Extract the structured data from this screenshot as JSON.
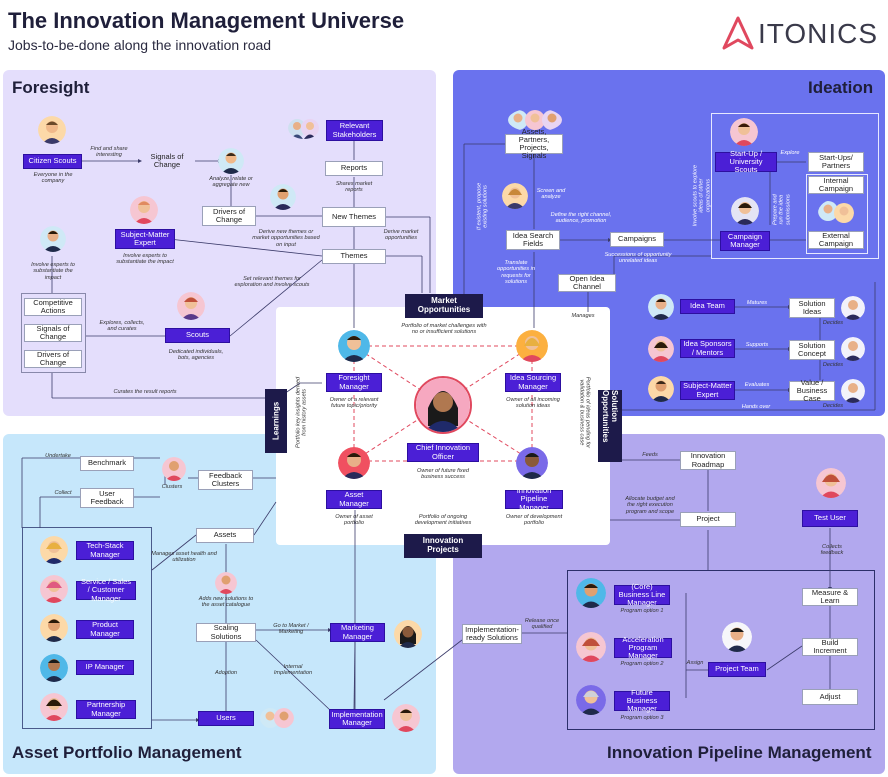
{
  "header": {
    "title": "The Innovation Management Universe",
    "subtitle": "Jobs-to-be-done along the innovation road",
    "logo_text": "ITONICS"
  },
  "colors": {
    "foresight_bg": "#e4defc",
    "ideation_bg": "#6a72ee",
    "portfolio_bg": "#c6e7fb",
    "pipeline_bg": "#b2a8ee",
    "role_box": "#4b1fd6",
    "dark_label": "#1d1a4a",
    "accent_pink": "#e0485e"
  },
  "foresight": {
    "title": "Foresight",
    "citizen_scouts": "Citizen Scouts",
    "citizen_scouts_note": "Everyone in the company",
    "find_share": "Find and share interesting",
    "signals_of_change": "Signals of Change",
    "analyze_note": "Analyze, relate or aggregate new",
    "drivers_of_change": "Drivers of Change",
    "relevant_stakeholders": "Relevant Stakeholders",
    "reports": "Reports",
    "shares_reports": "Shares market reports",
    "new_themes": "New Themes",
    "derive_themes": "Derive new themes or market opportunities based on input",
    "derive_market": "Derive market opportunities",
    "sme": "Subject-Matter Expert",
    "sme_note": "Involve experts to substantiate the impact",
    "involve_experts": "Involve experts to substantiate the impact",
    "themes": "Themes",
    "set_themes": "Set relevant themes for exploration and involve scouts",
    "competitive_actions": "Competitive Actions",
    "signals_of_change_2": "Signals of Change",
    "drivers_of_change_2": "Drivers of Change",
    "explores": "Explores, collects, and curates",
    "scouts": "Scouts",
    "scouts_note": "Dedicated individuals, bots, agencies",
    "curates_reports": "Curates the result reports"
  },
  "ideation": {
    "title": "Ideation",
    "assets_partners": "Assets, Partners, Projects, Signals",
    "screen_analyze": "Screen and analyze",
    "define_channel": "Define the right channel, audience, promotion",
    "idea_search_fields": "Idea Search Fields",
    "campaigns": "Campaigns",
    "successions": "Successions of opportunity unrelated ideas",
    "translate": "Translate opportunities in requests for solutions",
    "if_existing": "If existent, propose existing solutions",
    "open_idea_channel": "Open Idea Channel",
    "manages": "Manages",
    "startup_scouts": "Start-Up / University Scouts",
    "explore": "Explore",
    "startups_partners": "Start-Ups/ Partners",
    "internal_campaign": "Internal Campaign",
    "external_campaign": "External Campaign",
    "campaign_manager": "Campaign Manager",
    "involve_scouts": "Involve scouts to explore ideas of other organizations",
    "prepare_run": "Prepare and run the idea submissions",
    "idea_team": "Idea Team",
    "matures": "Matures",
    "solution_ideas": "Solution Ideas",
    "idea_sponsors": "Idea Sponsors / Mentors",
    "supports": "Supports",
    "solution_concept": "Solution Concept",
    "sme": "Subject-Matter Expert",
    "evaluates": "Evaluates",
    "value_case": "Value / Business Case",
    "decides": "Decides",
    "decides_2": "Decides",
    "decides_3": "Decides",
    "hands_over": "Hands over"
  },
  "center": {
    "market_opportunities": "Market Opportunities",
    "market_note": "Portfolio of market challenges with no or insufficient solutions",
    "foresight_manager": "Foresight Manager",
    "foresight_note": "Owner of a relevant future topic/priority",
    "idea_sourcing_manager": "Idea Sourcing Manager",
    "idea_sourcing_note": "Owner of all incoming solution ideas",
    "cio": "Chief Innovation Officer",
    "cio_note": "Owner of future fixed business success",
    "asset_manager": "Asset Manager",
    "asset_note": "Owner of asset portfolio",
    "pipeline_manager": "Innovation Pipeline Manager",
    "pipeline_note": "Owner of development portfolio",
    "innovation_projects": "Innovation Projects",
    "projects_note": "Portfolio of ongoing development initiatives",
    "learnings": "Learnings",
    "learnings_note": "Portfolio key insights derived from history assets",
    "solution_opportunities": "Solution Opportunities",
    "solution_note": "Portfolio of ideas pending for validation & business case"
  },
  "portfolio": {
    "title": "Asset Portfolio Management",
    "undertake": "Undertake",
    "benchmark": "Benchmark",
    "collect": "Collect",
    "user_feedback": "User Feedback",
    "clusters": "Clusters",
    "feedback_clusters": "Feedback Clusters",
    "assets": "Assets",
    "manages_assets": "Manages asset health and utilization",
    "tech_stack": "Tech-Stack Manager",
    "service_sales": "Service / Sales / Customer Manager",
    "product_manager": "Product Manager",
    "ip_manager": "IP Manager",
    "partnership_manager": "Partnership Manager",
    "adds_solutions": "Adds new solutions to the asset catalogue",
    "scaling_solutions": "Scaling Solutions",
    "go_to_market": "Go to Market / Marketing",
    "marketing_manager": "Marketing Manager",
    "adoption": "Adoption",
    "internal_impl": "Internal Implementation",
    "users": "Users",
    "implementation_manager": "Implementation Manager"
  },
  "pipeline": {
    "title": "Innovation Pipeline Management",
    "feeds": "Feeds",
    "innovation_roadmap": "Innovation Roadmap",
    "allocate": "Allocate budget and the right execution program and scope",
    "project": "Project",
    "test_user": "Test User",
    "collects_feedback": "Collects feedback",
    "measure_learn": "Measure & Learn",
    "build_increment": "Build Increment",
    "adjust": "Adjust",
    "core_bl_manager": "(Core) Business Line Manager",
    "program_1": "Program option 1",
    "acceleration_pm": "Acceleration Program Manager",
    "program_2": "Program option 2",
    "future_bm": "Future Business Manager",
    "program_3": "Program option 3",
    "assign": "Assign",
    "project_team": "Project Team",
    "release_once": "Release once qualified",
    "impl_ready": "Implementation-ready Solutions"
  }
}
